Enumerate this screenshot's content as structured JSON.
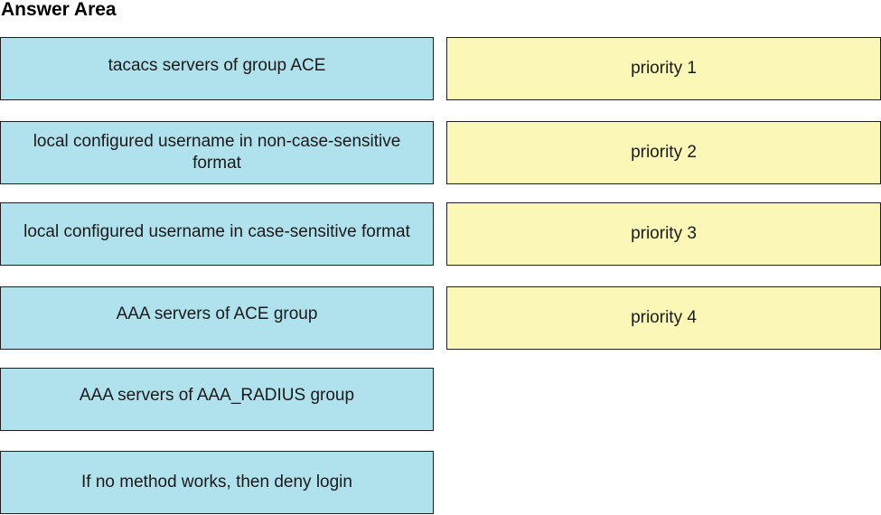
{
  "header": {
    "title": "Answer Area"
  },
  "source_items": [
    {
      "label": "tacacs servers of group ACE"
    },
    {
      "label": "local configured username in non-case-sensitive format"
    },
    {
      "label": "local configured username in case-sensitive format"
    },
    {
      "label": "AAA servers of ACE group"
    },
    {
      "label": "AAA servers of AAA_RADIUS group"
    },
    {
      "label": "If no method works, then deny login"
    }
  ],
  "target_slots": [
    {
      "label": "priority 1"
    },
    {
      "label": "priority 2"
    },
    {
      "label": "priority 3"
    },
    {
      "label": "priority 4"
    }
  ],
  "colors": {
    "source_fill": "#b0e2ee",
    "target_fill": "#fbf7b6",
    "border": "#1f1f1f"
  }
}
